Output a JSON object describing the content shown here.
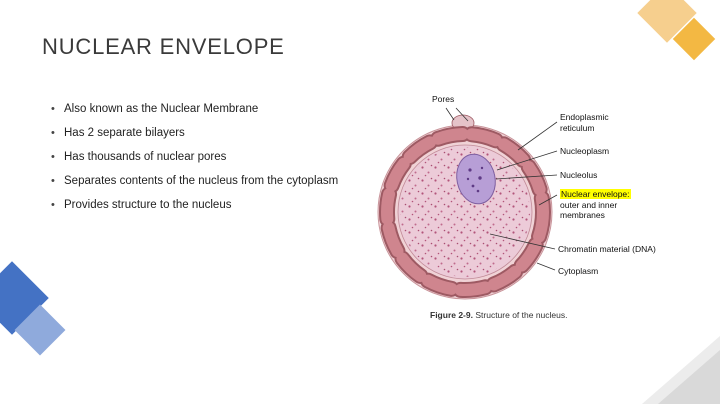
{
  "slide": {
    "title": "NUCLEAR ENVELOPE",
    "bullets": [
      "Also known as the Nuclear Membrane",
      "Has 2 separate bilayers",
      "Has thousands of nuclear pores",
      "Separates contents of the nucleus from the cytoplasm",
      "Provides structure to the nucleus"
    ]
  },
  "diagram": {
    "highlight_color": "#ffff00",
    "labels": {
      "pores": "Pores",
      "endoplasmic_line1": "Endoplasmic",
      "endoplasmic_line2": "reticulum",
      "nucleoplasm": "Nucleoplasm",
      "nucleolus": "Nucleolus",
      "nuclear_envelope_line1": "Nuclear envelope:",
      "nuclear_envelope_line2": "outer and inner",
      "nuclear_envelope_line3": "membranes",
      "chromatin": "Chromatin material (DNA)",
      "cytoplasm": "Cytoplasm"
    },
    "caption": {
      "figure_label": "Figure 2-9.",
      "text": "Structure of the nucleus."
    },
    "colors": {
      "membrane": "#cf858e",
      "membrane_outline": "#9e5a63",
      "nucleoplasm_fill": "#eccbd8",
      "nucleolus_fill": "#b79ed6"
    }
  }
}
